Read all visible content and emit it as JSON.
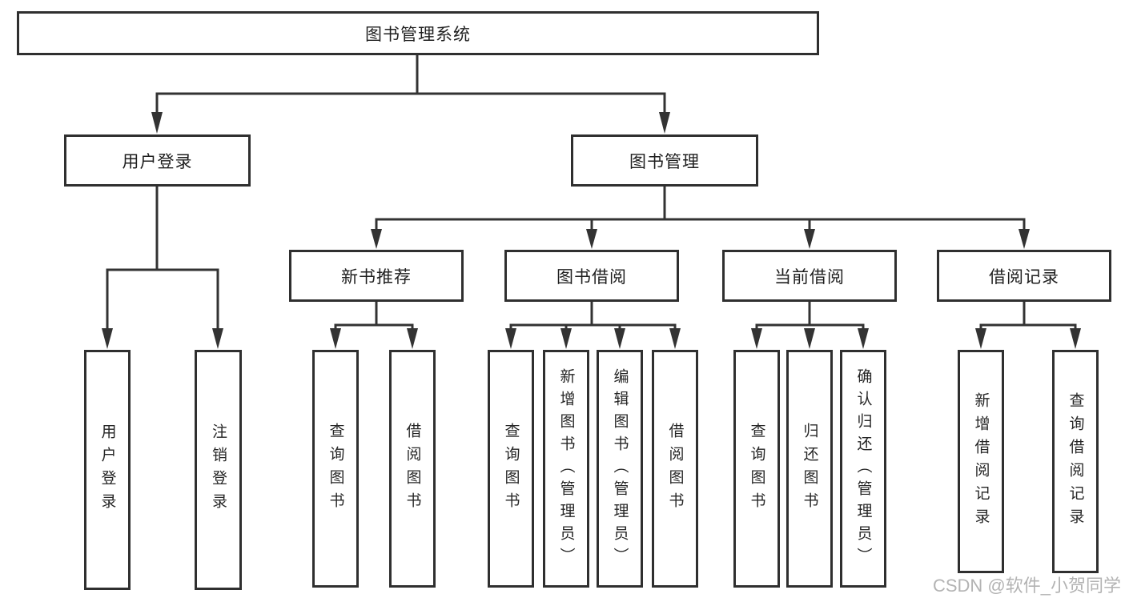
{
  "tree": {
    "root": "图书管理系统",
    "branches": [
      {
        "label": "用户登录",
        "children": [
          "用户登录",
          "注销登录"
        ]
      },
      {
        "label": "图书管理",
        "children": [
          {
            "label": "新书推荐",
            "children": [
              "查询图书",
              "借阅图书"
            ]
          },
          {
            "label": "图书借阅",
            "children": [
              "查询图书",
              "新增图书（管理员）",
              "编辑图书（管理员）",
              "借阅图书"
            ]
          },
          {
            "label": "当前借阅",
            "children": [
              "查询图书",
              "归还图书",
              "确认归还（管理员）"
            ]
          },
          {
            "label": "借阅记录",
            "children": [
              "新增借阅记录",
              "查询借阅记录"
            ]
          }
        ]
      }
    ]
  },
  "watermark": "CSDN @软件_小贺同学",
  "colors": {
    "line": "#333333",
    "box_border": "#2f2f2f",
    "text": "#1f1f1f",
    "watermark": "#b3b3b3",
    "background": "#ffffff"
  }
}
